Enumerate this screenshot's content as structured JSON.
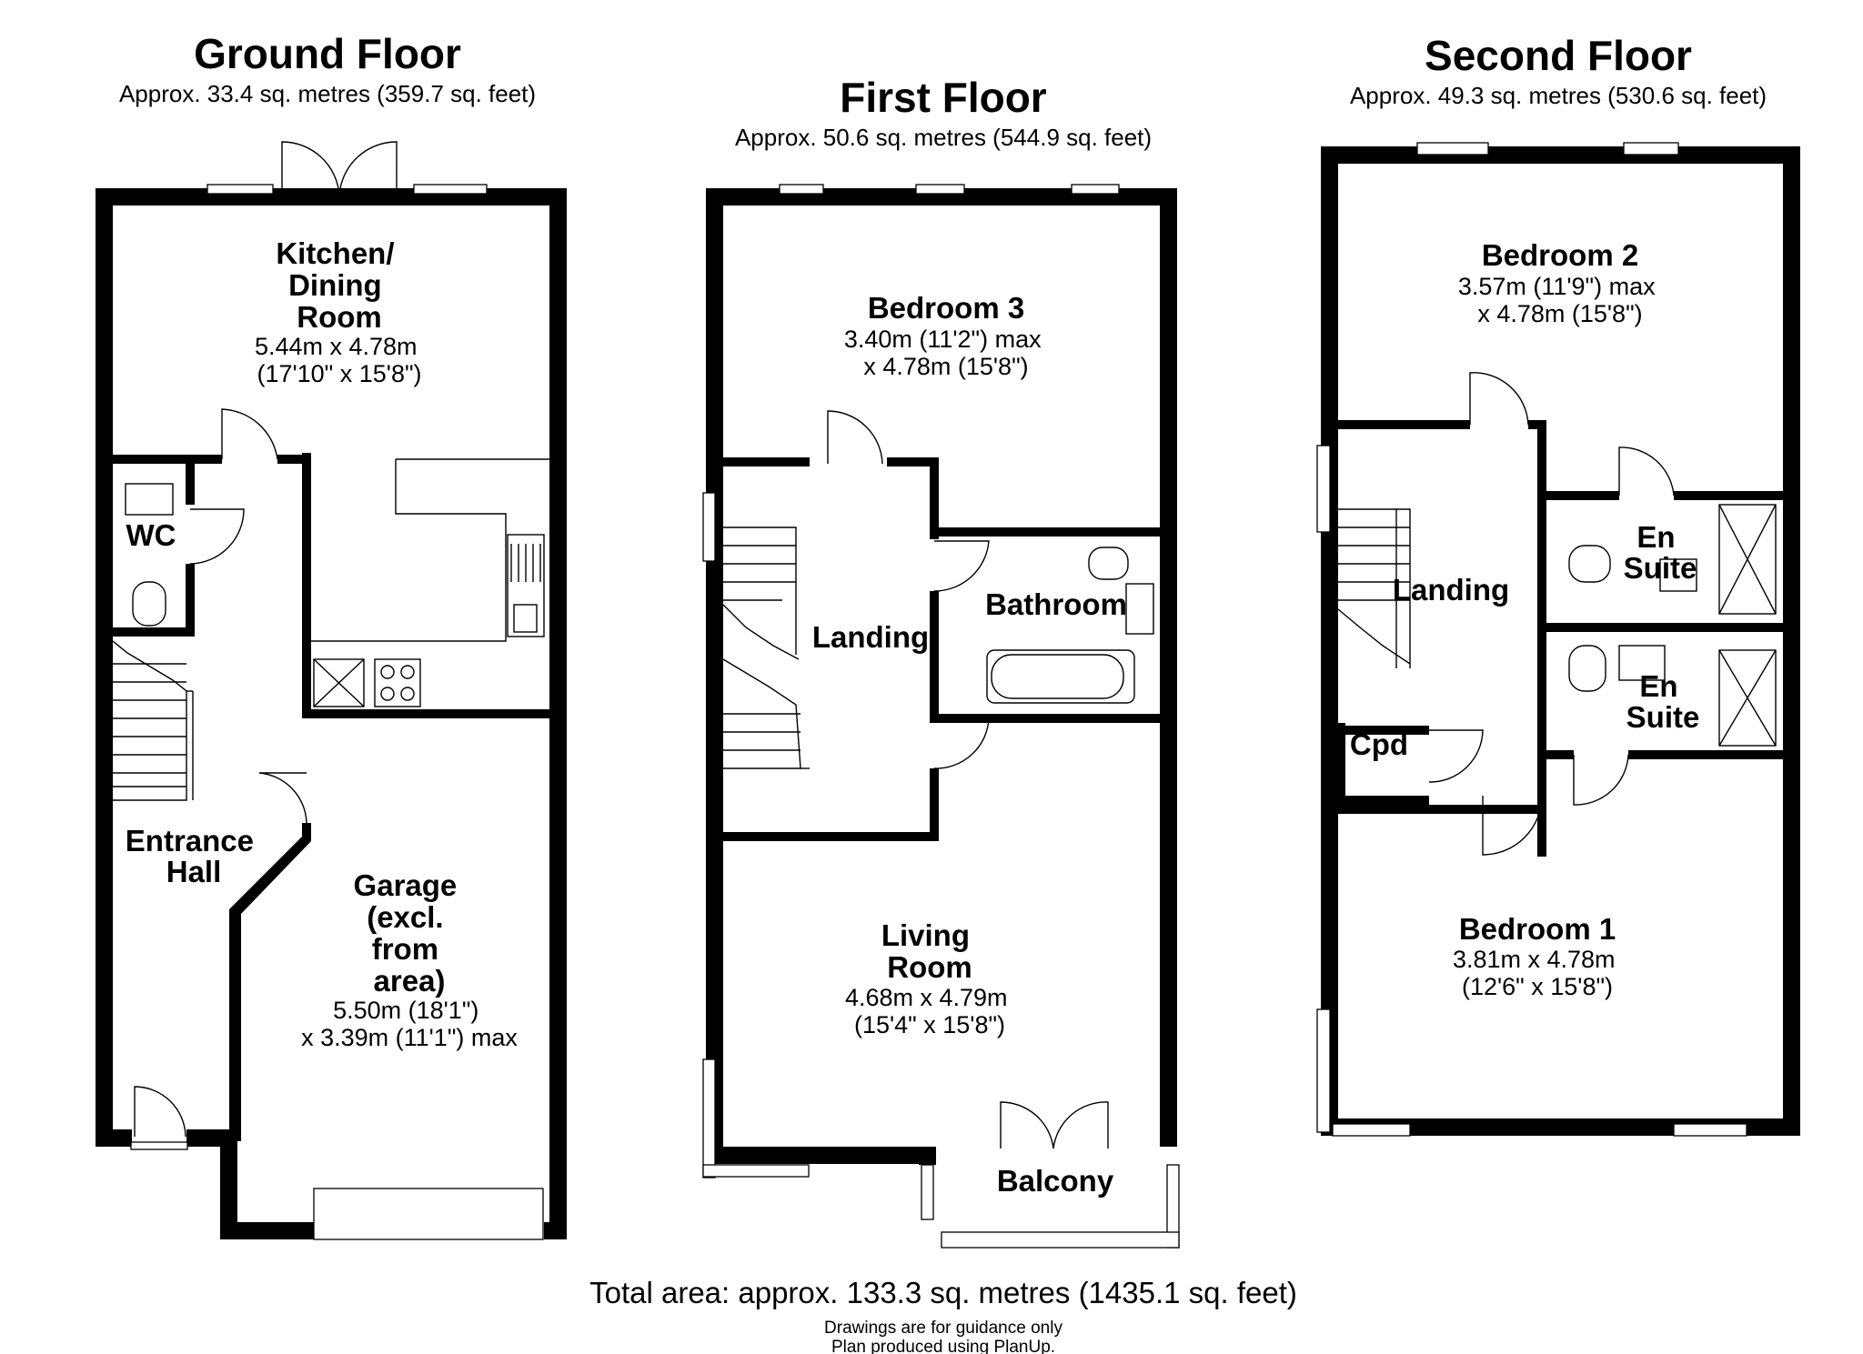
{
  "floors": {
    "ground": {
      "title": "Ground Floor",
      "area": "Approx. 33.4 sq. metres (359.7 sq. feet)",
      "rooms": {
        "kitchen": {
          "name": [
            "Kitchen/",
            "Dining",
            "Room"
          ],
          "dims": [
            "5.44m x 4.78m",
            "(17'10\" x 15'8\")"
          ]
        },
        "wc": {
          "name": [
            "WC"
          ]
        },
        "hall": {
          "name": [
            "Entrance",
            "Hall"
          ]
        },
        "garage": {
          "name": [
            "Garage",
            "(excl.",
            "from",
            "area)"
          ],
          "dims": [
            "5.50m (18'1\")",
            "x 3.39m (11'1\") max"
          ]
        }
      }
    },
    "first": {
      "title": "First Floor",
      "area": "Approx. 50.6 sq. metres (544.9 sq. feet)",
      "rooms": {
        "bedroom3": {
          "name": [
            "Bedroom 3"
          ],
          "dims": [
            "3.40m (11'2\") max",
            "x 4.78m (15'8\")"
          ]
        },
        "landing": {
          "name": [
            "Landing"
          ]
        },
        "bathroom": {
          "name": [
            "Bathroom"
          ]
        },
        "living": {
          "name": [
            "Living",
            "Room"
          ],
          "dims": [
            "4.68m x 4.79m",
            "(15'4\" x 15'8\")"
          ]
        },
        "balcony": {
          "name": [
            "Balcony"
          ]
        }
      }
    },
    "second": {
      "title": "Second Floor",
      "area": "Approx. 49.3 sq. metres (530.6 sq. feet)",
      "rooms": {
        "bedroom2": {
          "name": [
            "Bedroom 2"
          ],
          "dims": [
            "3.57m (11'9\") max",
            "x 4.78m (15'8\")"
          ]
        },
        "landing": {
          "name": [
            "Landing"
          ]
        },
        "ensuite1": {
          "name": [
            "En",
            "Suite"
          ]
        },
        "ensuite2": {
          "name": [
            "En",
            "Suite"
          ]
        },
        "cpd": {
          "name": [
            "Cpd"
          ]
        },
        "bedroom1": {
          "name": [
            "Bedroom 1"
          ],
          "dims": [
            "3.81m x 4.78m",
            "(12'6\" x 15'8\")"
          ]
        }
      }
    }
  },
  "footer": {
    "total": "Total area: approx. 133.3 sq. metres (1435.1 sq. feet)",
    "note1": "Drawings are for guidance only",
    "note2": "Plan produced using PlanUp."
  }
}
